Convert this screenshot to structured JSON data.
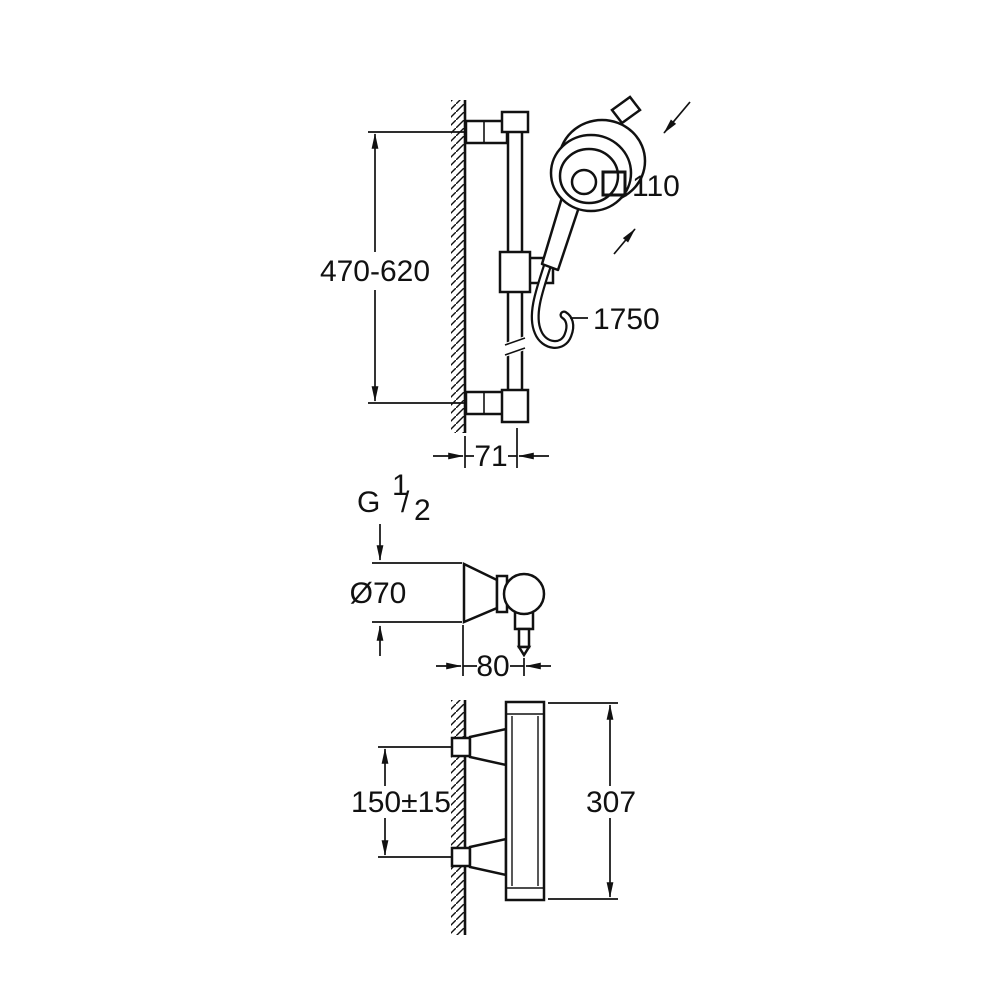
{
  "colors": {
    "line": "#111111",
    "background": "#ffffff"
  },
  "dims": {
    "rail": {
      "height_range": "470-620",
      "head_size": "110",
      "hose_length": "1750",
      "wall_offset": "71"
    },
    "valve_side": {
      "thread_letter": "G",
      "thread_numerator": "1",
      "thread_slash": "/",
      "thread_denominator": "2",
      "escutcheon_diameter": "Ø70",
      "projection": "80"
    },
    "valve_front": {
      "connection_spacing": "150±15",
      "body_height": "307"
    }
  }
}
